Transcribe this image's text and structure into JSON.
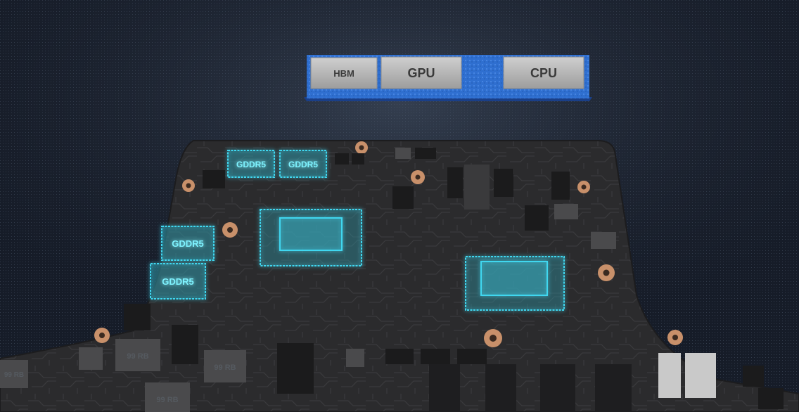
{
  "package": {
    "chips": [
      {
        "label": "HBM"
      },
      {
        "label": "GPU"
      },
      {
        "label": "CPU"
      }
    ]
  },
  "board": {
    "memory_chips": [
      {
        "label": "GDDR5"
      },
      {
        "label": "GDDR5"
      },
      {
        "label": "GDDR5"
      },
      {
        "label": "GDDR5"
      }
    ],
    "component_marks": [
      {
        "label": "99 RB"
      },
      {
        "label": "99 RB"
      },
      {
        "label": "99 RB"
      },
      {
        "label": "99 RB"
      }
    ]
  },
  "colors": {
    "substrate_blue": "#2f6fd0",
    "chip_silver": "#b9b9b9",
    "highlight_cyan": "#41d7f0",
    "pcb_dark": "#2a2a2c",
    "copper": "#c8906a"
  }
}
